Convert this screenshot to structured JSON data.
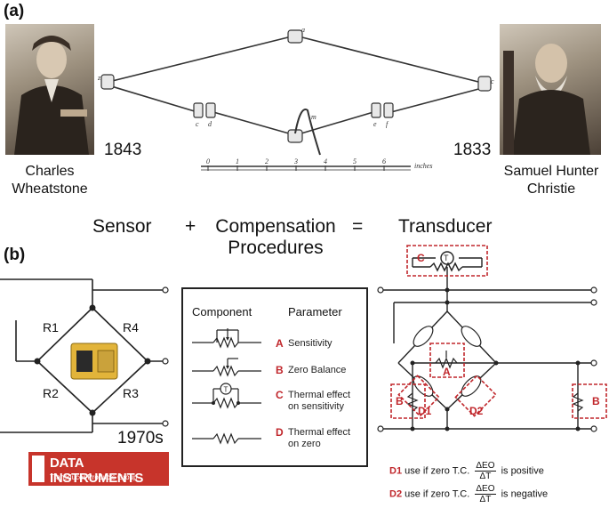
{
  "panel_a": {
    "label": "(a)",
    "left_name_line1": "Charles",
    "left_name_line2": "Wheatstone",
    "left_year": "1843",
    "right_name_line1": "Samuel Hunter",
    "right_name_line2": "Christie",
    "right_year": "1833",
    "scale_numbers": [
      "0",
      "1",
      "2",
      "3",
      "4",
      "5",
      "6"
    ],
    "scale_unit": "inches",
    "node_letters": {
      "a": "a",
      "z": "z",
      "c": "c",
      "d": "d",
      "e": "e",
      "f": "f",
      "m": "m",
      "right": "c"
    }
  },
  "equation": {
    "sensor": "Sensor",
    "plus": "+",
    "comp_line1": "Compensation",
    "comp_line2": "Procedures",
    "equals": "=",
    "transducer": "Transducer"
  },
  "panel_b": {
    "label": "(b)",
    "r1": "R1",
    "r2": "R2",
    "r3": "R3",
    "r4": "R4",
    "year": "1970s",
    "logo_main": "DATA INSTRUMENTS",
    "logo_sub": "Transducer Products Group",
    "legend": {
      "col_component": "Component",
      "col_parameter": "Parameter",
      "rows": [
        {
          "letter": "A",
          "text": "Sensitivity"
        },
        {
          "letter": "B",
          "text": "Zero Balance"
        },
        {
          "letter": "C",
          "text_line1": "Thermal effect",
          "text_line2": "on sensitivity"
        },
        {
          "letter": "D",
          "text_line1": "Thermal effect",
          "text_line2": "on zero"
        }
      ],
      "thermistor_symbol": "T"
    },
    "transducer": {
      "A": "A",
      "B_left": "B",
      "B_right": "B",
      "C": "C",
      "T": "T",
      "D1": "D1",
      "D2": "D2"
    },
    "notes": {
      "d1_prefix": "D1",
      "d1_text": "use if zero T.C.",
      "d1_suffix": "is positive",
      "d2_prefix": "D2",
      "d2_text": "use if zero T.C.",
      "d2_suffix": "is negative",
      "frac_num": "ΔEO",
      "frac_den": "ΔT"
    }
  }
}
